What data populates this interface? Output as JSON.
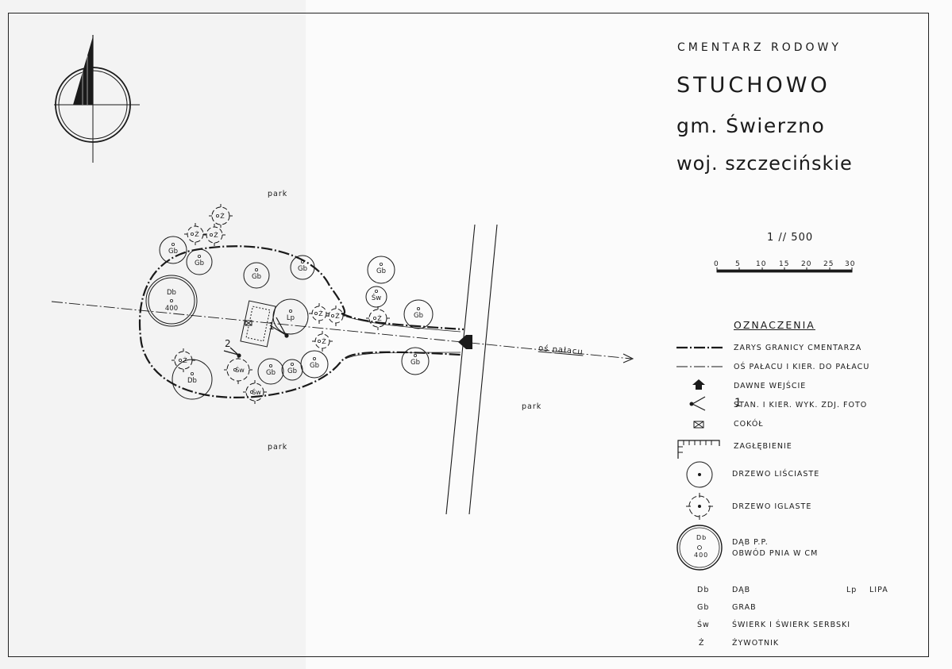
{
  "header": {
    "line1": "CMENTARZ RODOWY",
    "line2": "STUCHOWO",
    "line3": "gm. Świerzno",
    "line4": "woj. szczecińskie"
  },
  "scale": {
    "ratio": "1 // 500",
    "ticks": [
      "0",
      "5",
      "10",
      "15",
      "20",
      "25",
      "30"
    ]
  },
  "legend": {
    "heading": "OZNACZENIA",
    "items": [
      {
        "symbol": "boundary-line",
        "label": "ZARYS GRANICY CMENTARZA"
      },
      {
        "symbol": "axis-line",
        "label": "OŚ PAŁACU I KIER. DO PAŁACU"
      },
      {
        "symbol": "entrance-arrow",
        "label": "DAWNE WEJŚCIE"
      },
      {
        "symbol": "photo-station",
        "label": "STAN. I KIER. WYK. ZDJ. FOTO"
      },
      {
        "symbol": "plinth",
        "label": "COKÓŁ"
      },
      {
        "symbol": "depression",
        "label": "ZAGŁĘBIENIE"
      },
      {
        "symbol": "deciduous-tree",
        "label": "DRZEWO LIŚCIASTE"
      },
      {
        "symbol": "conifer-tree",
        "label": "DRZEWO IGLASTE"
      },
      {
        "symbol": "monument-oak",
        "label": "DĄB P.P.",
        "label2": "OBWÓD PNIA W CM",
        "inner_top": "Db",
        "inner_bottom": "400"
      }
    ],
    "photo_number": "1",
    "abbreviations": [
      {
        "code": "Db",
        "name": "DĄB"
      },
      {
        "code": "Gb",
        "name": "GRAB"
      },
      {
        "code": "Św",
        "name": "ŚWIERK I ŚWIERK SERBSKI"
      },
      {
        "code": "Ż",
        "name": "ŻYWOTNIK"
      }
    ],
    "abbreviation_extra": {
      "code": "Lp",
      "name": "LIPA"
    }
  },
  "map": {
    "labels": [
      "park",
      "park",
      "park"
    ],
    "axis_label": "oś pałacu",
    "photo_stations": [
      "1",
      "2"
    ],
    "trees": [
      {
        "code": "Gb"
      },
      {
        "code": "Gb"
      },
      {
        "code": "Db",
        "value": "400"
      },
      {
        "code": "Gb"
      },
      {
        "code": "Gb"
      },
      {
        "code": "Lp"
      },
      {
        "code": "Db"
      },
      {
        "code": "Gb"
      },
      {
        "code": "Gb"
      },
      {
        "code": "Gb"
      },
      {
        "code": "Gb"
      },
      {
        "code": "Św"
      },
      {
        "code": "Gb"
      },
      {
        "code": "Gb"
      },
      {
        "code": "Św"
      },
      {
        "code": "Św"
      },
      {
        "code": "Ż"
      },
      {
        "code": "Ż"
      },
      {
        "code": "Ż"
      },
      {
        "code": "Ż"
      },
      {
        "code": "Ż"
      },
      {
        "code": "Ż"
      },
      {
        "code": "Ż"
      },
      {
        "code": "Ż"
      }
    ]
  }
}
